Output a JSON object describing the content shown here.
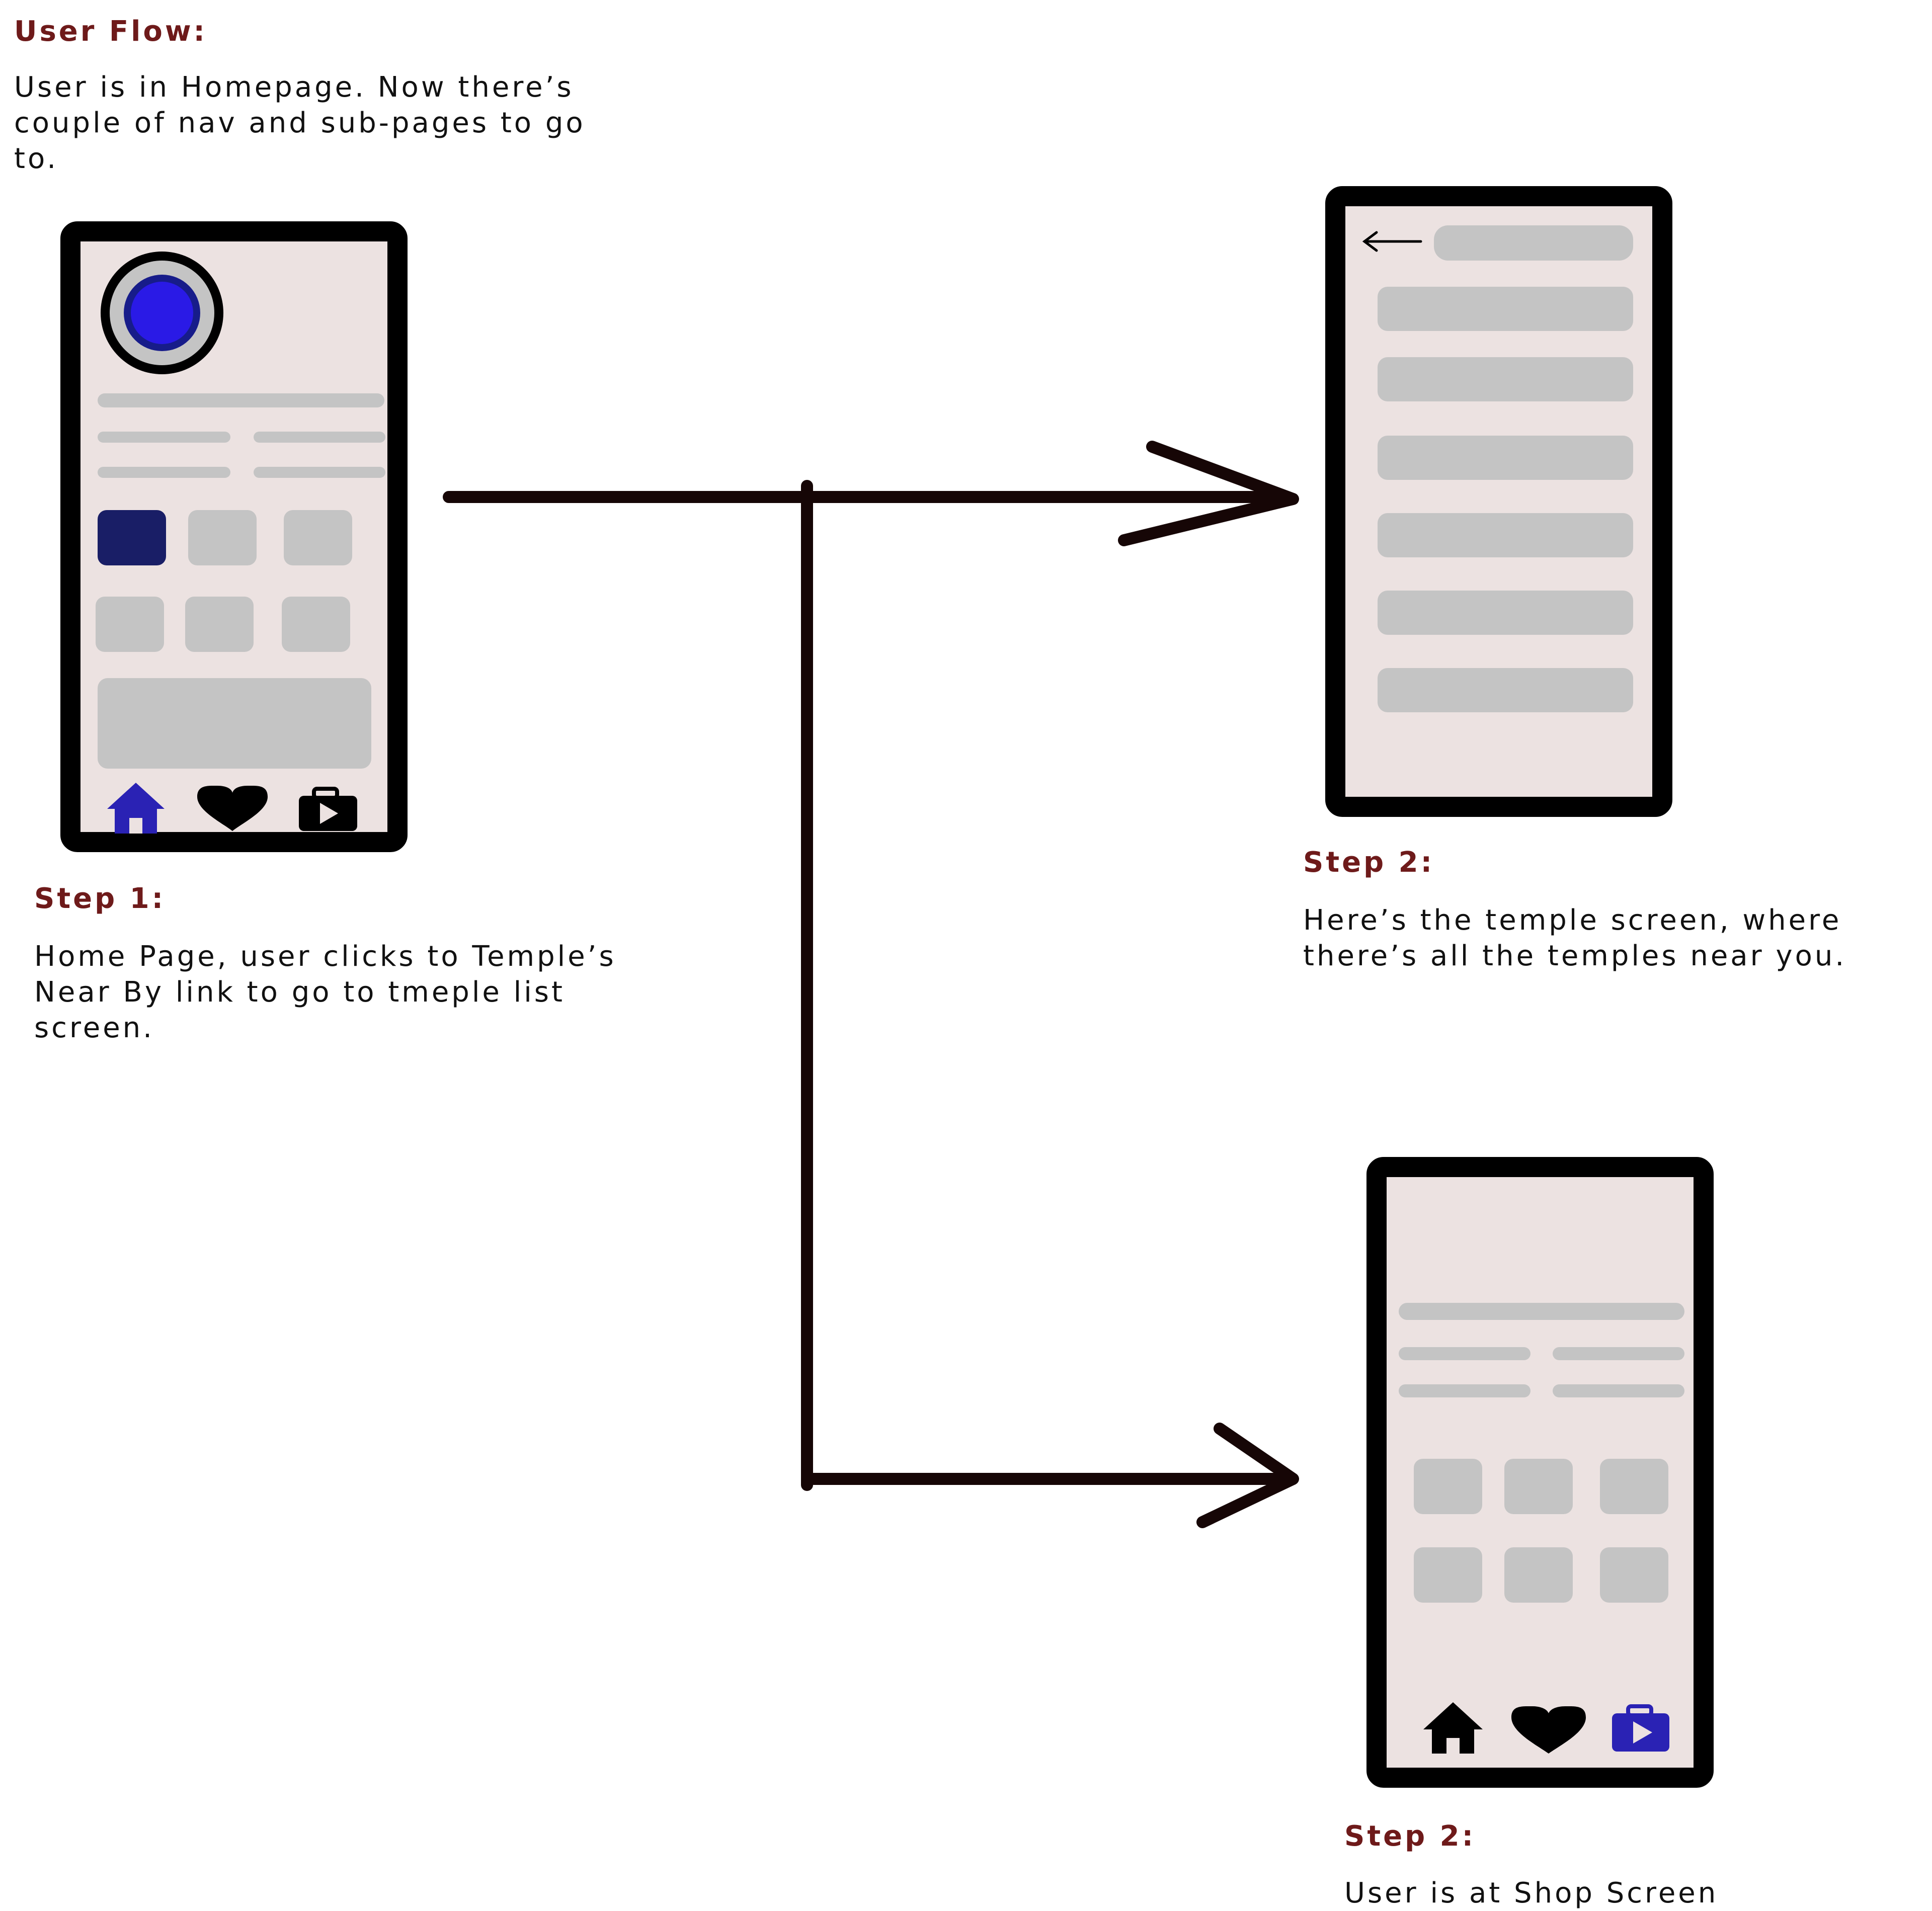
{
  "header": {
    "title": "User Flow:",
    "description": "User is in Homepage. Now there’s\ncouple of nav and sub-pages to go\nto."
  },
  "steps": [
    {
      "label": "Step 1:",
      "description": "Home Page, user clicks to Temple’s\nNear By link to go to tmeple list\nscreen."
    },
    {
      "label": "Step 2:",
      "description": "Here’s the temple screen, where\nthere’s all the temples near you."
    },
    {
      "label": "Step 2:",
      "description": "User is at Shop Screen"
    }
  ],
  "icons": {
    "back": "back-arrow-icon",
    "home": "home-icon",
    "favorites": "heart-icon",
    "shop": "shop-bag-icon"
  },
  "colors": {
    "heading": "#6e1a1a",
    "text": "#111111",
    "phone_frame": "#000000",
    "screen": "#ece2e1",
    "placeholder": "#c4c4c4",
    "active": "#2a22b4",
    "selected_tile": "#191e66",
    "avatar_fill": "#2a1ae6",
    "connector": "#160606"
  }
}
